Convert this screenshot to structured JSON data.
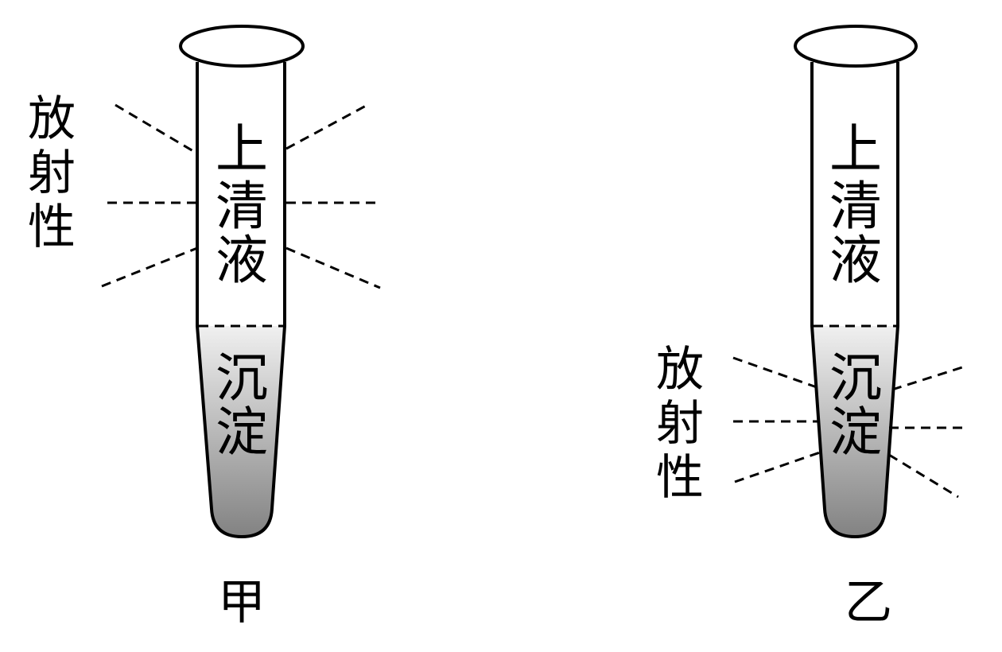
{
  "tubes": [
    {
      "id": "jia",
      "supernatant_chars": [
        "上",
        "清",
        "液"
      ],
      "precipitate_chars": [
        "沉",
        "淀"
      ],
      "caption": "甲",
      "radioactivity_chars": [
        "放",
        "射",
        "性"
      ],
      "radioactive_region": "supernatant"
    },
    {
      "id": "yi",
      "supernatant_chars": [
        "上",
        "清",
        "液"
      ],
      "precipitate_chars": [
        "沉",
        "淀"
      ],
      "caption": "乙",
      "radioactivity_chars": [
        "放",
        "射",
        "性"
      ],
      "radioactive_region": "precipitate"
    }
  ],
  "colors": {
    "precipitate_top": "#f0f0f0",
    "precipitate_bottom": "#808080",
    "line": "#000000"
  }
}
